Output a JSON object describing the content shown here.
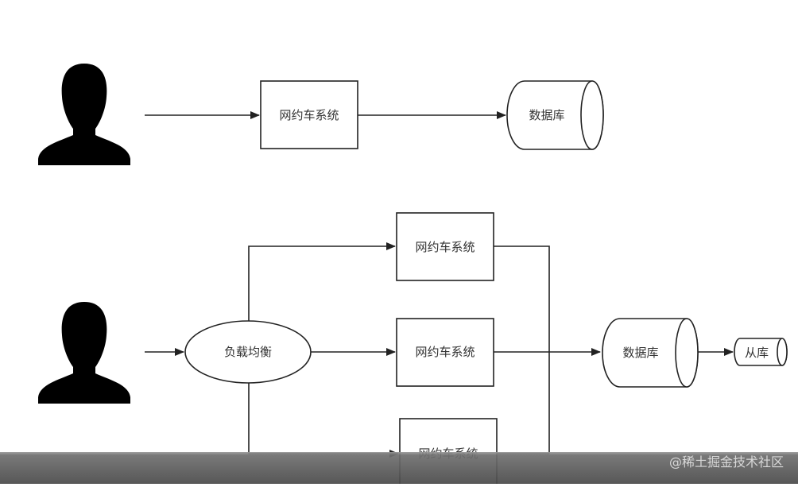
{
  "diagram": {
    "top": {
      "system_label": "网约车系统",
      "db_label": "数据库"
    },
    "bottom": {
      "lb_label": "负载均衡",
      "system1_label": "网约车系统",
      "system2_label": "网约车系统",
      "system3_label": "网约车系统",
      "db_label": "数据库",
      "replica_label": "从库"
    }
  },
  "watermark": "@稀土掘金技术社区",
  "colors": {
    "stroke": "#222222",
    "text": "#333333",
    "user_silhouette": "#000000"
  }
}
